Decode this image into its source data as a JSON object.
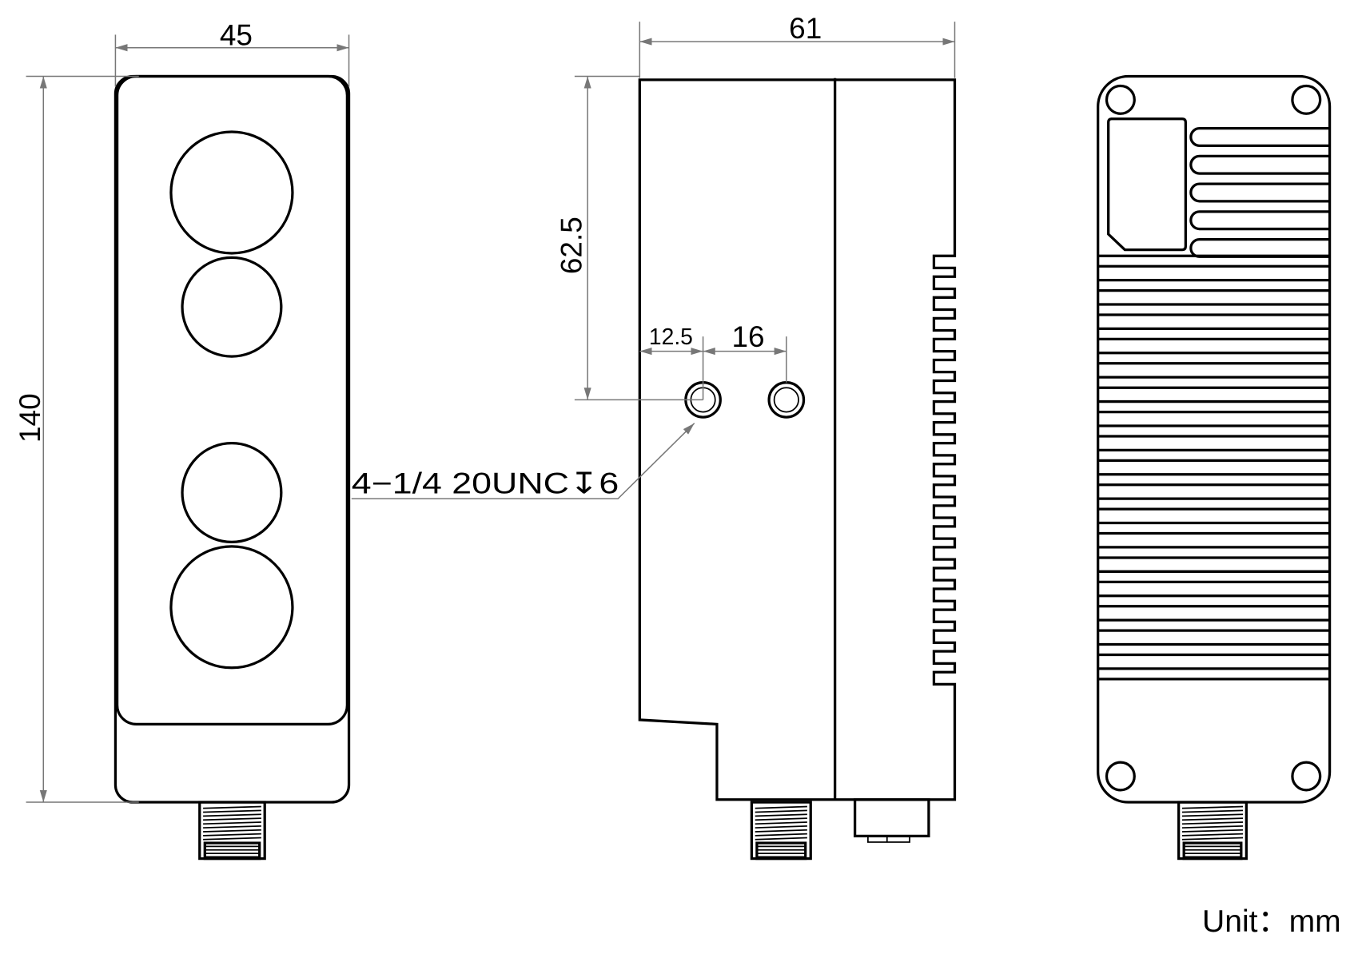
{
  "drawing": {
    "front_view": {
      "width_dim": "45",
      "height_dim": "140"
    },
    "side_view": {
      "width_dim": "61",
      "hole_height_dim": "62.5",
      "hole_offset_dim": "12.5",
      "hole_spacing_dim": "16",
      "thread_callout": "4−1/4 20UNC↧6"
    },
    "unit_label": "Unit：mm"
  }
}
